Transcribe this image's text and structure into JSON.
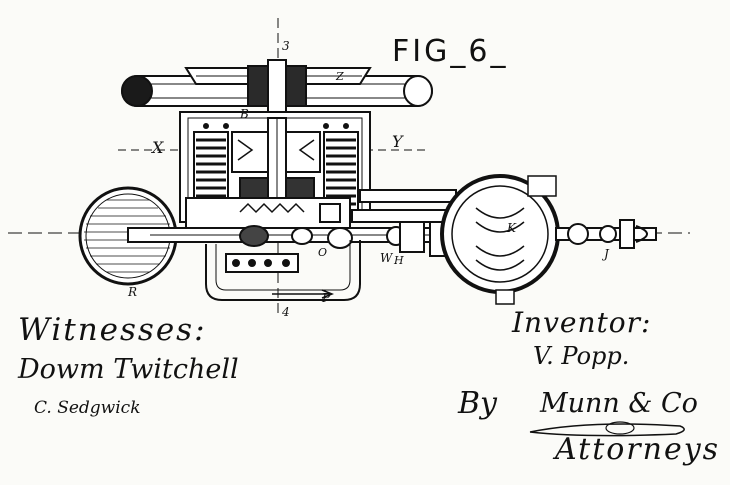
{
  "figure": {
    "title": "FIG_6_"
  },
  "labels": {
    "section_top": "3",
    "section_bottom": "4",
    "x": "X",
    "y": "Y",
    "b": "B",
    "z": "Z",
    "r": "R",
    "p": "P",
    "w": "W",
    "h": "H",
    "j": "J",
    "k": "K",
    "o": "O"
  },
  "signatures": {
    "witnesses_heading": "Witnesses:",
    "witness_1": "Dowm Twitchell",
    "witness_2": "C. Sedgwick",
    "inventor_heading": "Inventor:",
    "inventor_signature": "V. Popp.",
    "by_label": "By",
    "attorney_signature": "Munn & Co",
    "attorneys_label": "Attorneys"
  }
}
